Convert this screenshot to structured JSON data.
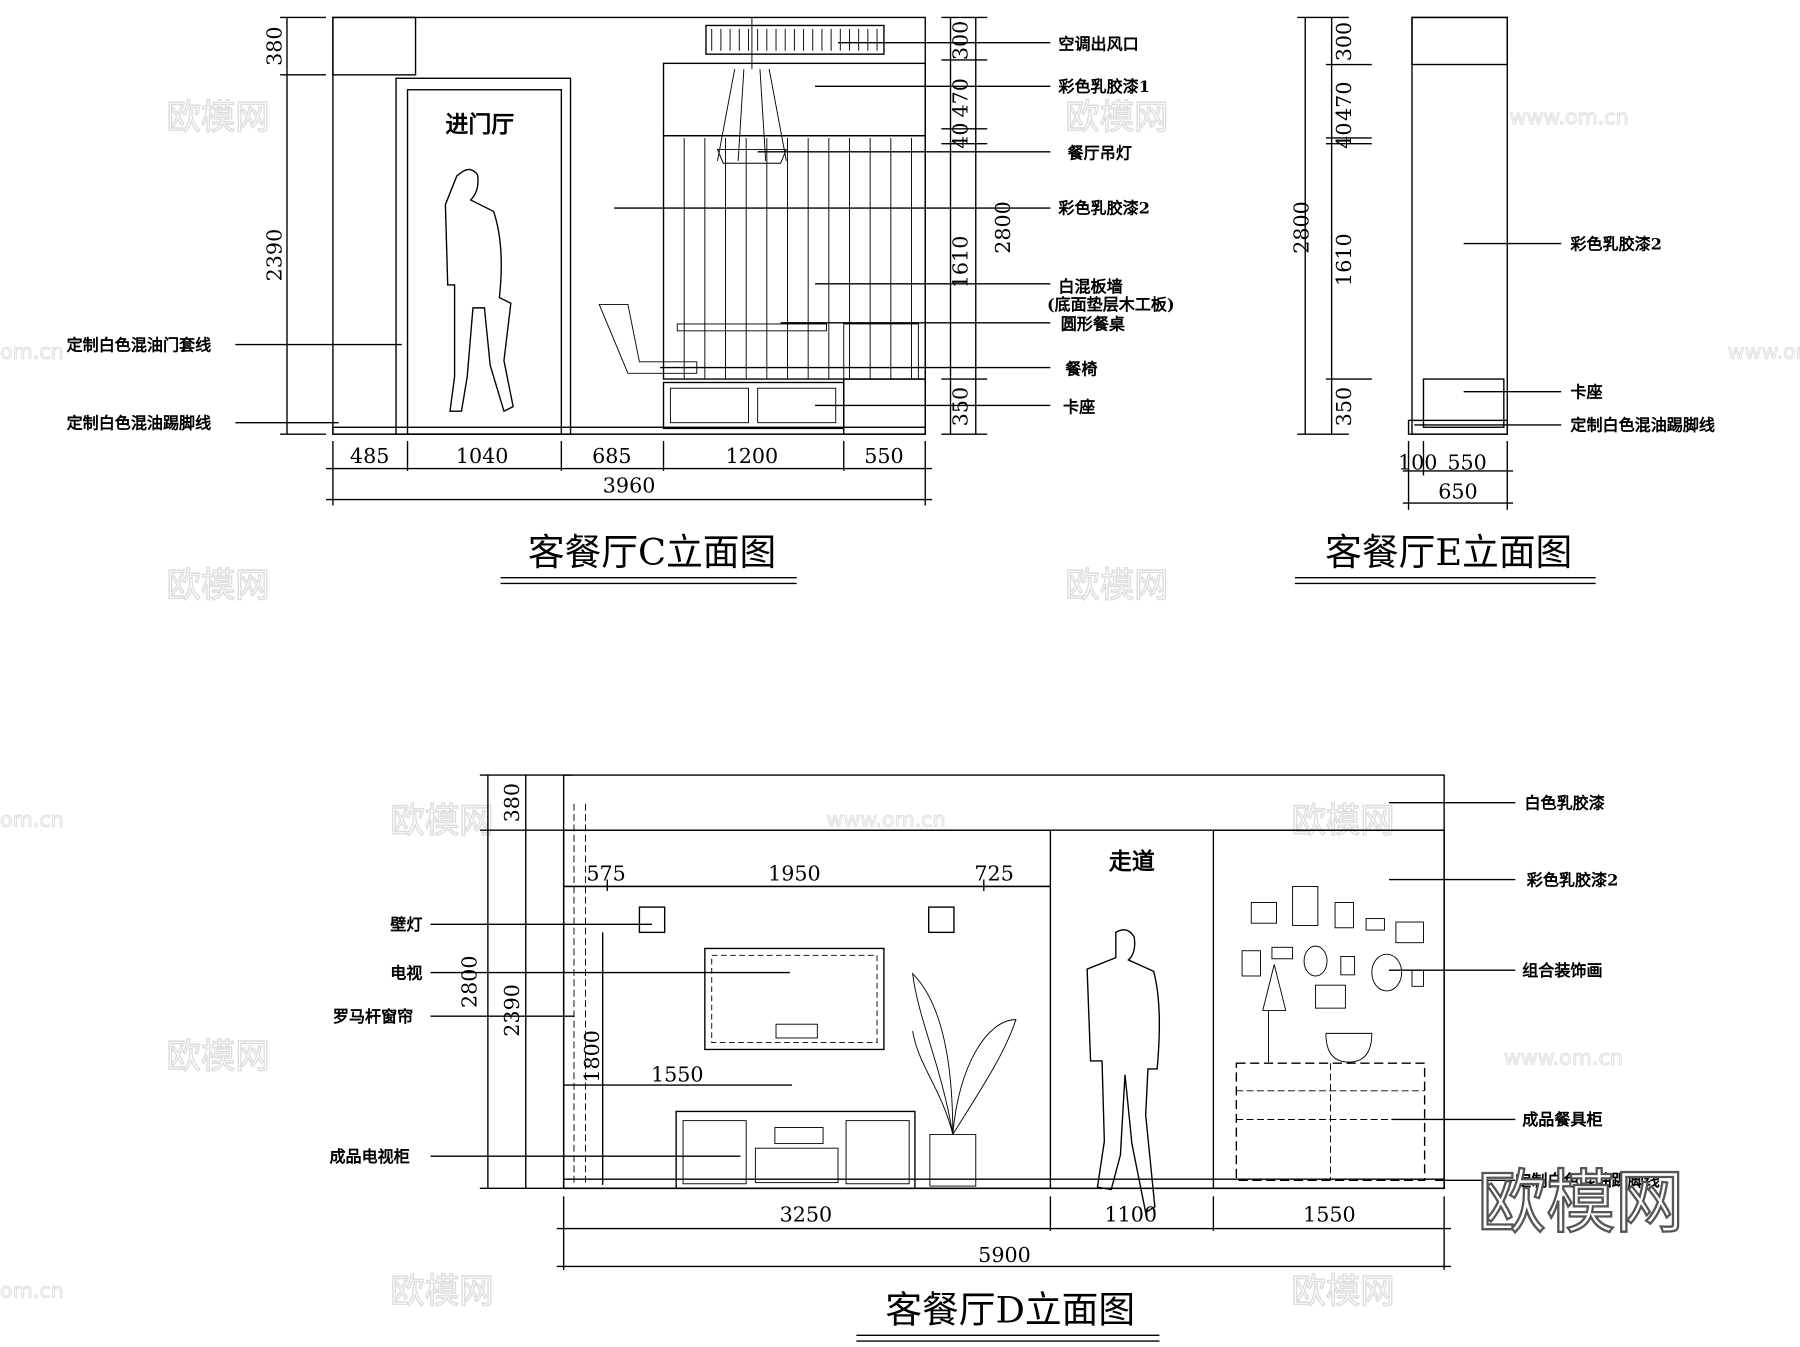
{
  "watermark": {
    "logo": "欧模网",
    "url": "www.om.cn",
    "partial_url": "om.cn"
  },
  "elevation_c": {
    "title": "客餐厅C立面图",
    "room_label": "进门厅",
    "left_dims": [
      "380",
      "2390"
    ],
    "right_dims": [
      "300",
      "470",
      "40",
      "1610",
      "350"
    ],
    "total_height": "2800",
    "bottom_dims": [
      "485",
      "1040",
      "685",
      "1200",
      "550"
    ],
    "total_width": "3960",
    "labels_right": [
      "空调出风口",
      "彩色乳胶漆1",
      "餐厅吊灯",
      "彩色乳胶漆2",
      "白混板墙",
      "(底面垫层木工板)",
      "圆形餐桌",
      "餐椅",
      "卡座"
    ],
    "labels_left": [
      "定制白色混油门套线",
      "定制白色混油踢脚线"
    ]
  },
  "elevation_e": {
    "title": "客餐厅E立面图",
    "dims": [
      "300",
      "470",
      "40",
      "1610",
      "350"
    ],
    "total_height": "2800",
    "bottom_dims": [
      "100",
      "550"
    ],
    "total_width": "650",
    "labels": [
      "彩色乳胶漆2",
      "卡座",
      "定制白色混油踢脚线"
    ]
  },
  "elevation_d": {
    "title": "客餐厅D立面图",
    "room_label": "走道",
    "top_dims": [
      "575",
      "1950",
      "725"
    ],
    "left_dims": [
      "380",
      "2390",
      "2800",
      "1800",
      "1550"
    ],
    "bottom_dims": [
      "3250",
      "1100",
      "1550"
    ],
    "total_width": "5900",
    "labels_left": [
      "壁灯",
      "电视",
      "罗马杆窗帘",
      "成品电视柜"
    ],
    "labels_right": [
      "白色乳胶漆",
      "彩色乳胶漆2",
      "组合装饰画",
      "成品餐具柜",
      "定制白色混油踢脚线"
    ]
  }
}
